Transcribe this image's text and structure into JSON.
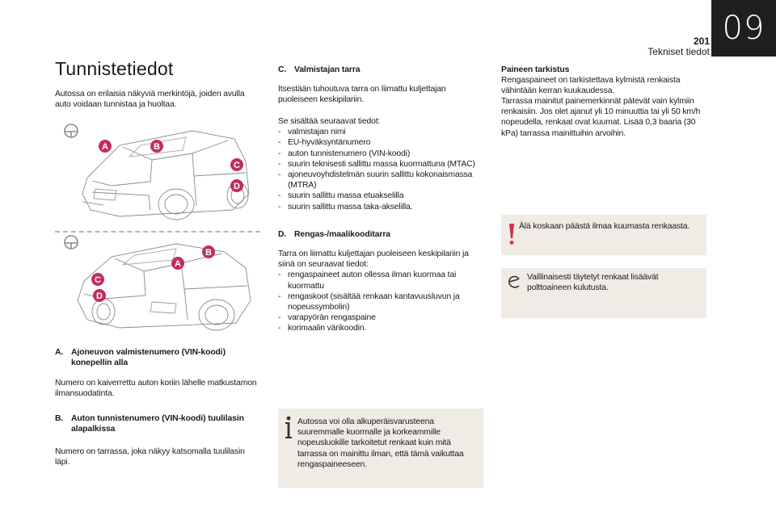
{
  "header": {
    "chapter": "09",
    "page_number": "201",
    "section_title": "Tekniset tiedot"
  },
  "page": {
    "title": "Tunnistetiedot",
    "intro": "Autossa on erilaisia näkyviä merkintöjä, joiden avulla auto voidaan tunnistaa ja huoltaa."
  },
  "figure": {
    "markers": [
      "A",
      "B",
      "C",
      "D"
    ]
  },
  "section_a": {
    "letter": "A.",
    "title_line1": "Ajoneuvon valmistenumero (VIN-koodi)",
    "title_line2": "konepellin alla",
    "text": "Numero on kaiverrettu auton koriin lähelle matkustamon ilmansuodatinta."
  },
  "section_b": {
    "letter": "B.",
    "title_line1": "Auton tunnistenumero (VIN-koodi) tuulilasin",
    "title_line2": "alapalkissa",
    "text": "Numero on tarrassa, joka näkyy katsomalla tuulilasin läpi."
  },
  "section_c": {
    "letter": "C.",
    "title": "Valmistajan tarra",
    "text": "Itsestään tuhoutuva tarra on liimattu kuljettajan puoleiseen keskipilariin.",
    "list_intro": "Se sisältää seuraavat tiedot:",
    "items": [
      "valmistajan nimi",
      "EU-hyväksyntänumero",
      "auton tunnistenumero (VIN-koodi)",
      "suurin teknisesti sallittu massa kuormattuna (MTAC)",
      "ajoneuvoyhdistelmän suurin sallittu kokonaismassa (MTRA)",
      "suurin sallittu massa etuakselilla",
      "suurin sallittu massa taka-akselilla."
    ]
  },
  "section_d": {
    "letter": "D.",
    "title": "Rengas-/maalikooditarra",
    "text": "Tarra on liimattu kuljettajan puoleiseen keskipilariin ja siinä on seuraavat tiedot:",
    "items": [
      "rengaspaineet auton ollessa ilman kuormaa tai kuormattu",
      "rengaskoot (sisältää renkaan kantavuusluvun ja nopeussymbolin)",
      "varapyörän rengaspaine",
      "korimaalin värikoodin."
    ]
  },
  "info_note": {
    "icon": "info-icon",
    "text": "Autossa voi olla alkuperäisvarusteena suuremmalle kuormalle ja korkeammille nopeusluokille tarkoitetut renkaat kuin mitä tarrassa on mainittu ilman, että tämä vaikuttaa rengaspaineeseen."
  },
  "tyre_pressure": {
    "title": "Paineen tarkistus",
    "text1": "Rengaspaineet on tarkistettava kylmistä renkaista vähintään kerran kuukaudessa.",
    "text2": "Tarrassa mainitut painemerkinnät pätevät vain kylmiin renkaisiin. Jos olet ajanut yli 10 minuuttia tai yli 50 km/h nopeudella, renkaat ovat kuumat. Lisää 0,3 baaria (30 kPa) tarrassa mainittuihin arvoihin."
  },
  "warning_note": {
    "icon": "warning-icon",
    "text": "Älä koskaan päästä ilmaa kuumasta renkaasta."
  },
  "eco_note": {
    "icon": "eco-icon",
    "text": "Vaillinaisesti täytetyt renkaat lisäävät polttoaineen kulutusta."
  },
  "colors": {
    "marker": "#c0305a",
    "note_background": "#f0ebe4",
    "chapter_tab": "#1f1f1f",
    "warning": "#d6304a",
    "divider": "#aab8c4"
  }
}
